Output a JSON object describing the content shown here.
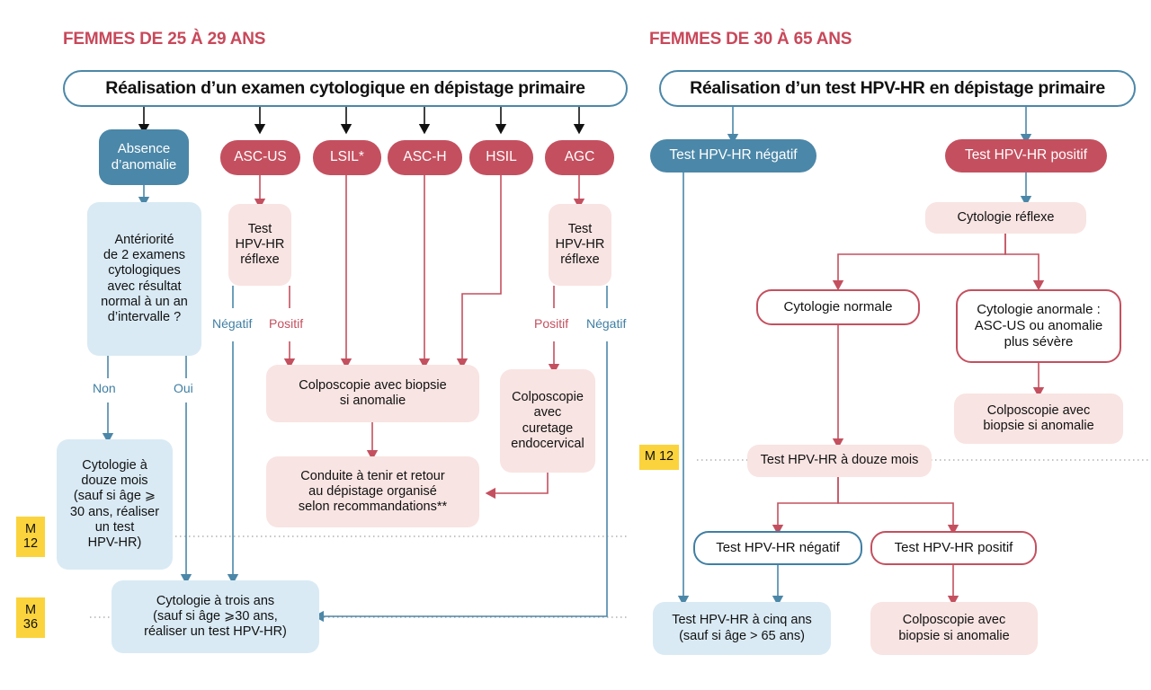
{
  "columns": {
    "left": {
      "title": "FEMMES DE 25 À 29 ANS",
      "header": "Réalisation d’un examen cytologique en dépistage primaire",
      "nodes": {
        "absence": "Absence\nd’anomalie",
        "ascus": "ASC-US",
        "lsil": "LSIL*",
        "asch": "ASC-H",
        "hsil": "HSIL",
        "agc": "AGC",
        "anteriorite": "Antériorité\nde 2 examens\ncytologiques\navec résultat\nnormal à un an\nd’intervalle ?",
        "test_reflexe_ascus": "Test\nHPV-HR\nréflexe",
        "test_reflexe_agc": "Test\nHPV-HR\nréflexe",
        "colposcopie_biopsie": "Colposcopie avec biopsie\nsi anomalie",
        "colposcopie_curetage": "Colposcopie\navec\ncuretage\nendocervical",
        "conduite": "Conduite à tenir et retour\nau dépistage organisé\nselon recommandations**",
        "cytologie_douze": "Cytologie à\ndouze mois\n(sauf si âge ⩾\n30 ans, réaliser\nun test\nHPV-HR)",
        "cytologie_trois": "Cytologie à trois ans\n(sauf si âge ⩾30 ans,\nréaliser un test HPV-HR)"
      },
      "edge_labels": {
        "negatif_ascus": "Négatif",
        "positif_ascus": "Positif",
        "positif_agc": "Positif",
        "negatif_agc": "Négatif",
        "non": "Non",
        "oui": "Oui"
      },
      "badges": {
        "m12_line1": "M",
        "m12_line2": "12",
        "m36_line1": "M",
        "m36_line2": "36"
      }
    },
    "right": {
      "title": "FEMMES DE 30 À 65 ANS",
      "header": "Réalisation d’un test HPV-HR en dépistage primaire",
      "nodes": {
        "hpv_neg": "Test HPV-HR négatif",
        "hpv_pos": "Test HPV-HR positif",
        "cyto_reflexe": "Cytologie réflexe",
        "cyto_normale": "Cytologie normale",
        "cyto_anormale": "Cytologie anormale :\nASC-US ou anomalie\nplus sévère",
        "colpo_biopsie_haut": "Colposcopie avec\nbiopsie si anomalie",
        "hpv_douze": "Test HPV-HR à douze mois",
        "hpv_neg2": "Test HPV-HR négatif",
        "hpv_pos2": "Test HPV-HR positif",
        "hpv_cinq": "Test HPV-HR à cinq ans\n(sauf si âge > 65 ans)",
        "colpo_biopsie_bas": "Colposcopie avec\nbiopsie si anomalie"
      },
      "badges": {
        "m12": "M 12"
      }
    }
  },
  "colors": {
    "brand_red": "#c8485a",
    "node_red": "#c4505f",
    "node_blue": "#4b87a8",
    "pale_pink": "#f8e4e2",
    "pale_blue": "#d9eaf4",
    "badge_yellow": "#fbd33c",
    "arrow_black": "#111111"
  }
}
